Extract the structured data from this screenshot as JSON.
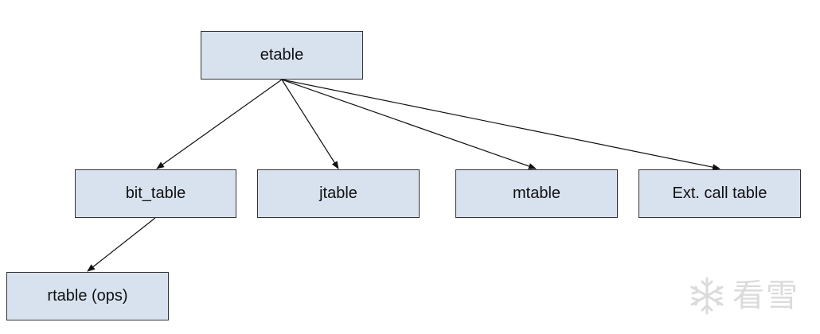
{
  "colors": {
    "node_fill": "#d8e2ef",
    "node_border": "#333333",
    "edge": "#111111",
    "watermark": "#bfbfbf"
  },
  "nodes": {
    "etable": {
      "label": "etable"
    },
    "bit_table": {
      "label": "bit_table"
    },
    "jtable": {
      "label": "jtable"
    },
    "mtable": {
      "label": "mtable"
    },
    "ext_call_table": {
      "label": "Ext. call table"
    },
    "rtable": {
      "label": "rtable (ops)"
    }
  },
  "edges": [
    {
      "from": "etable",
      "to": "bit_table"
    },
    {
      "from": "etable",
      "to": "jtable"
    },
    {
      "from": "etable",
      "to": "mtable"
    },
    {
      "from": "etable",
      "to": "ext_call_table"
    },
    {
      "from": "bit_table",
      "to": "rtable"
    }
  ],
  "watermark": {
    "icon": "snowflake-icon",
    "text": "看雪"
  }
}
